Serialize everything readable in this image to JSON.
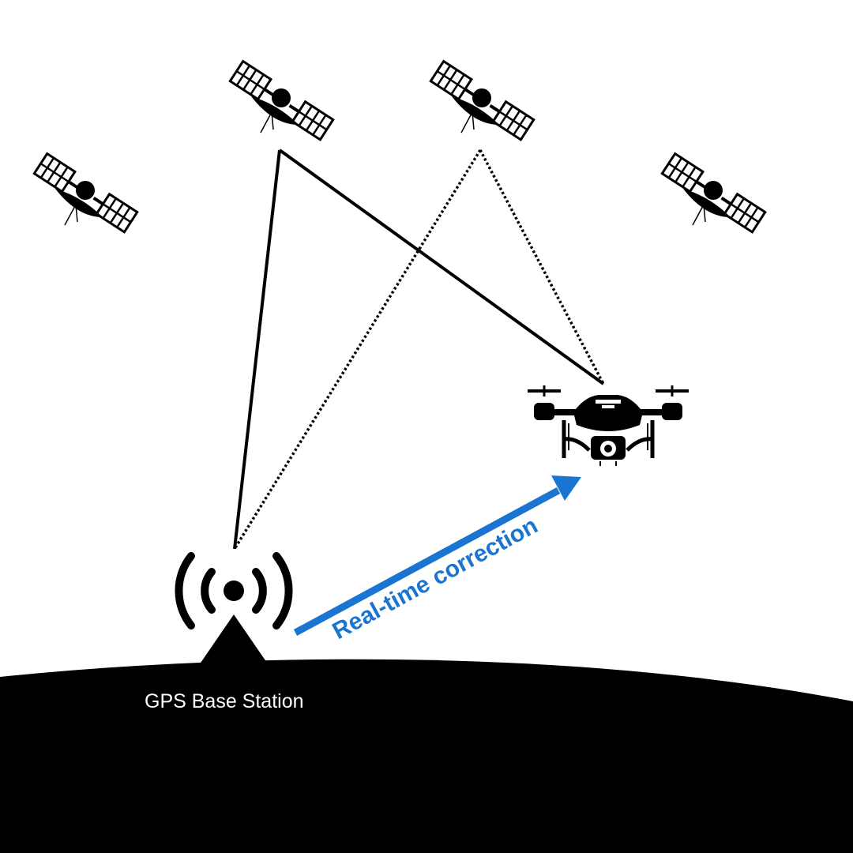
{
  "diagram": {
    "base_station_label": "GPS Base Station",
    "correction_label": "Real-time correction",
    "colors": {
      "background": "#ffffff",
      "ink": "#000000",
      "ground_label": "#ffffff",
      "correction": "#1a74d2"
    },
    "icons": {
      "satellites": [
        "satellite-icon",
        "satellite-icon",
        "satellite-icon",
        "satellite-icon"
      ],
      "drone": "drone-icon",
      "base_station": "radio-tower-icon"
    },
    "links": [
      {
        "from": "satellite-2",
        "to": "base-station",
        "style": "solid"
      },
      {
        "from": "satellite-2",
        "to": "drone",
        "style": "solid"
      },
      {
        "from": "satellite-3",
        "to": "base-station",
        "style": "dotted"
      },
      {
        "from": "satellite-3",
        "to": "drone",
        "style": "dotted"
      }
    ]
  }
}
